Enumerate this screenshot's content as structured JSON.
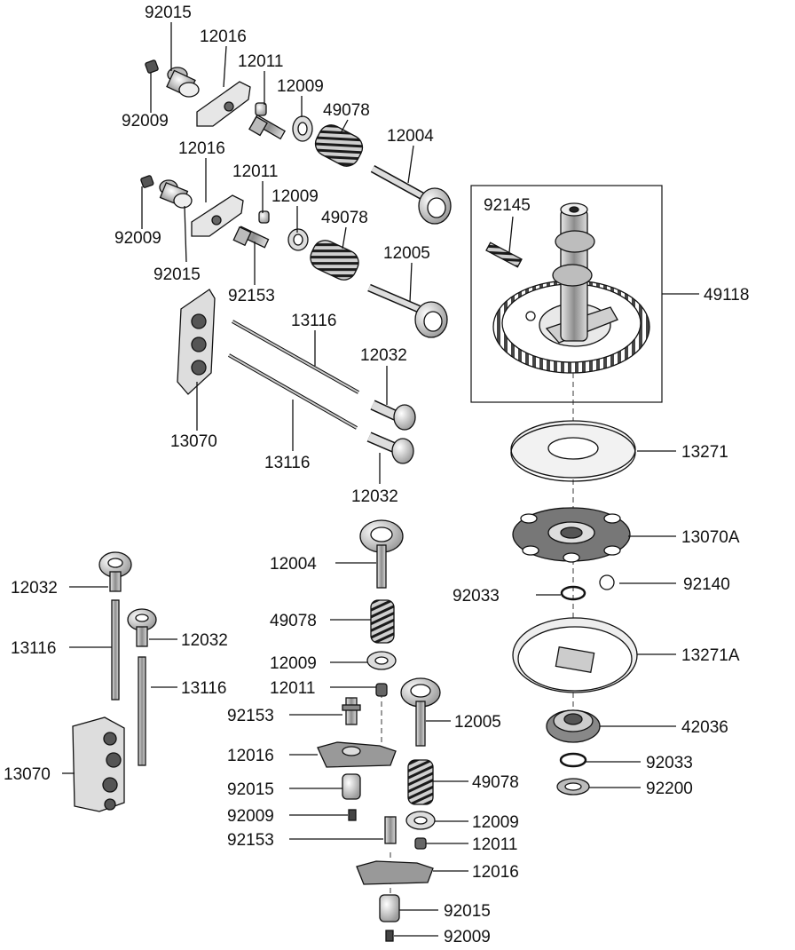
{
  "labels": {
    "l01": "92015",
    "l02": "12016",
    "l03": "12011",
    "l04": "12009",
    "l05": "49078",
    "l06": "12004",
    "l07": "92009",
    "l08": "12016",
    "l09": "12011",
    "l10": "12009",
    "l11": "49078",
    "l12": "92009",
    "l13": "92015",
    "l14": "92153",
    "l15": "12005",
    "l16": "92145",
    "l17": "49118",
    "l18": "13116",
    "l19": "12032",
    "l20": "13070",
    "l21": "13116",
    "l22": "12032",
    "l23": "13271",
    "l24": "13070A",
    "l25": "12004",
    "l26": "92033",
    "l27": "92140",
    "l28": "12032",
    "l29": "49078",
    "l30": "12032",
    "l31": "13116",
    "l32": "12009",
    "l33": "13271A",
    "l34": "13116",
    "l35": "12011",
    "l36": "92153",
    "l37": "12005",
    "l38": "42036",
    "l39": "12016",
    "l40": "92033",
    "l41": "13070",
    "l42": "92015",
    "l43": "49078",
    "l44": "92200",
    "l45": "92009",
    "l46": "12009",
    "l47": "92153",
    "l48": "12011",
    "l49": "12016",
    "l50": "92015",
    "l51": "92009"
  }
}
